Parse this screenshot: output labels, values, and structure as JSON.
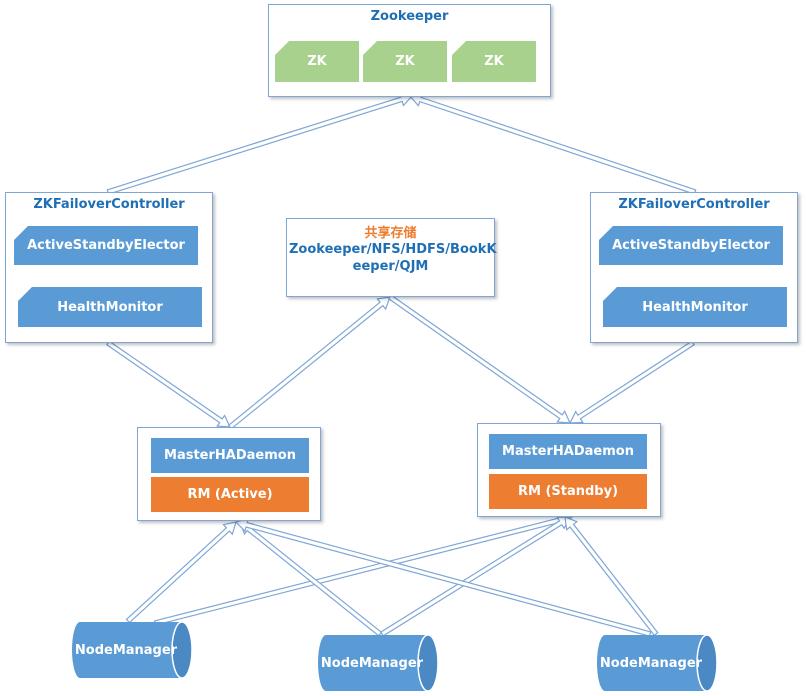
{
  "zookeeper": {
    "title": "Zookeeper",
    "nodes": [
      "ZK",
      "ZK",
      "ZK"
    ]
  },
  "zkfc_left": {
    "title": "ZKFailoverController",
    "elector": "ActiveStandbyElector",
    "health": "HealthMonitor"
  },
  "zkfc_right": {
    "title": "ZKFailoverController",
    "elector": "ActiveStandbyElector",
    "health": "HealthMonitor"
  },
  "shared_storage": {
    "title": "共享存储",
    "line1": "Zookeeper/NFS/HDFS/BookK",
    "line2": "eeper/QJM"
  },
  "rm_active": {
    "daemon": "MasterHADaemon",
    "rm": "RM (Active)"
  },
  "rm_standby": {
    "daemon": "MasterHADaemon",
    "rm": "RM (Standby)"
  },
  "node_managers": [
    "NodeManager",
    "NodeManager",
    "NodeManager"
  ],
  "colors": {
    "border": "#7ea6d6",
    "title_text": "#1f6fb5",
    "zk_green": "#a9d18e",
    "component_blue": "#5b9bd5",
    "rm_orange": "#ed7d31",
    "storage_title": "#ed7d31"
  }
}
